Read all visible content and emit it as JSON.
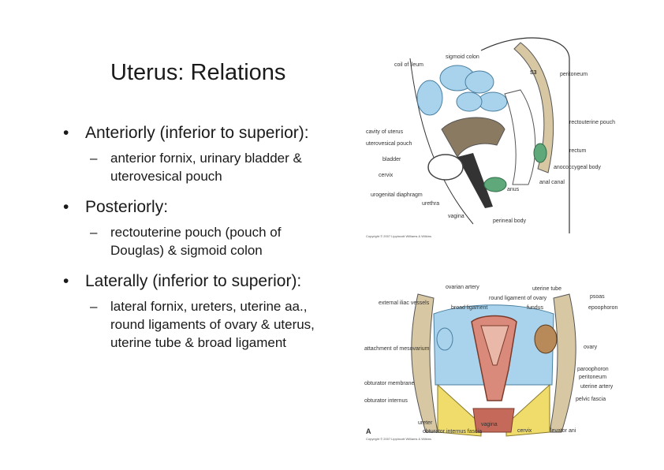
{
  "slide": {
    "title": "Uterus: Relations",
    "bullets": [
      {
        "text": "Anteriorly (inferior to superior):",
        "sub": "anterior fornix, urinary bladder & uterovesical pouch"
      },
      {
        "text": "Posteriorly:",
        "sub": "rectouterine pouch (pouch of Douglas) & sigmoid colon"
      },
      {
        "text": "Laterally (inferior to superior):",
        "sub": "lateral fornix, ureters, uterine aa., round ligaments of ovary & uterus, uterine tube & broad ligament"
      }
    ]
  },
  "figure_top": {
    "labels": {
      "coil_of_ileum": "coil of ileum",
      "sigmoid_colon": "sigmoid colon",
      "s3": "S3",
      "peritoneum": "peritoneum",
      "cavity_of_uterus": "cavity of uterus",
      "uterovesical_pouch": "uterovesical pouch",
      "rectouterine_pouch": "rectouterine pouch",
      "bladder": "bladder",
      "rectum": "rectum",
      "cervix": "cervix",
      "anococcygeal_body": "anococcygeal body",
      "urogenital_diaphragm": "urogenital diaphragm",
      "anal_canal": "anal canal",
      "anus": "anus",
      "urethra": "urethra",
      "vagina": "vagina",
      "perineal_body": "perineal body",
      "copyright": "Copyright © 2007 Lippincott Williams & Wilkins"
    }
  },
  "figure_bottom": {
    "labels": {
      "ovarian_artery": "ovarian artery",
      "uterine_tube": "uterine tube",
      "round_ligament_of_ovary": "round ligament of ovary",
      "psoas": "psoas",
      "external_iliac_vessels": "external iliac vessels",
      "broad_ligament": "broad ligament",
      "fundus": "fundus",
      "epoophoron": "epoophoron",
      "attachment_of_mesovarium": "attachment of mesovarium",
      "ovary": "ovary",
      "paroophoron": "paroophoron",
      "peritoneum": "peritoneum",
      "uterine_artery": "uterine artery",
      "obturator_membrane": "obturator membrane",
      "pelvic_fascia": "pelvic fascia",
      "obturator_internus": "obturator internus",
      "ureter": "ureter",
      "vagina": "vagina",
      "cervix": "cervix",
      "levator_ani": "levator ani",
      "obturator_internus_fascia": "obturator internus fascia",
      "panel_letter": "A",
      "copyright": "Copyright © 2007 Lippincott Williams & Wilkins"
    }
  },
  "colors": {
    "fig_blue": "#a9d3ec",
    "fig_brown": "#8a7a62",
    "fig_tan": "#d8c7a3",
    "fig_green": "#5fa87a",
    "fig_yellow": "#f0dc6a",
    "fig_pink": "#d98a7a"
  }
}
